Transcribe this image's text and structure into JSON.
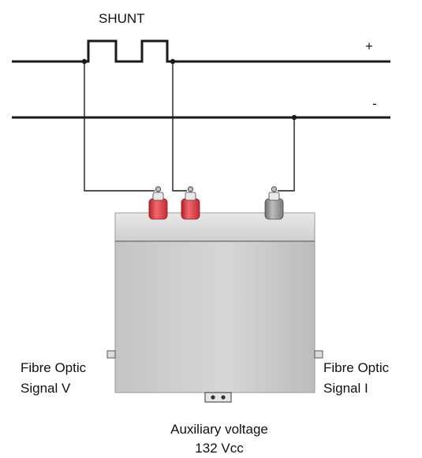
{
  "labels": {
    "shunt": "SHUNT",
    "plus": "+",
    "minus": "-",
    "fibre_left_line1": "Fibre Optic",
    "fibre_left_line2": "Signal V",
    "fibre_right_line1": "Fibre Optic",
    "fibre_right_line2": "Signal I",
    "aux_line1": "Auxiliary voltage",
    "aux_line2": "132 Vcc"
  },
  "colors": {
    "wire": "#1a1a1a",
    "terminal_red": "#d9333a",
    "terminal_grey": "#8c8c8c",
    "box_body": "#c9c9c9",
    "box_top": "#dedede"
  }
}
